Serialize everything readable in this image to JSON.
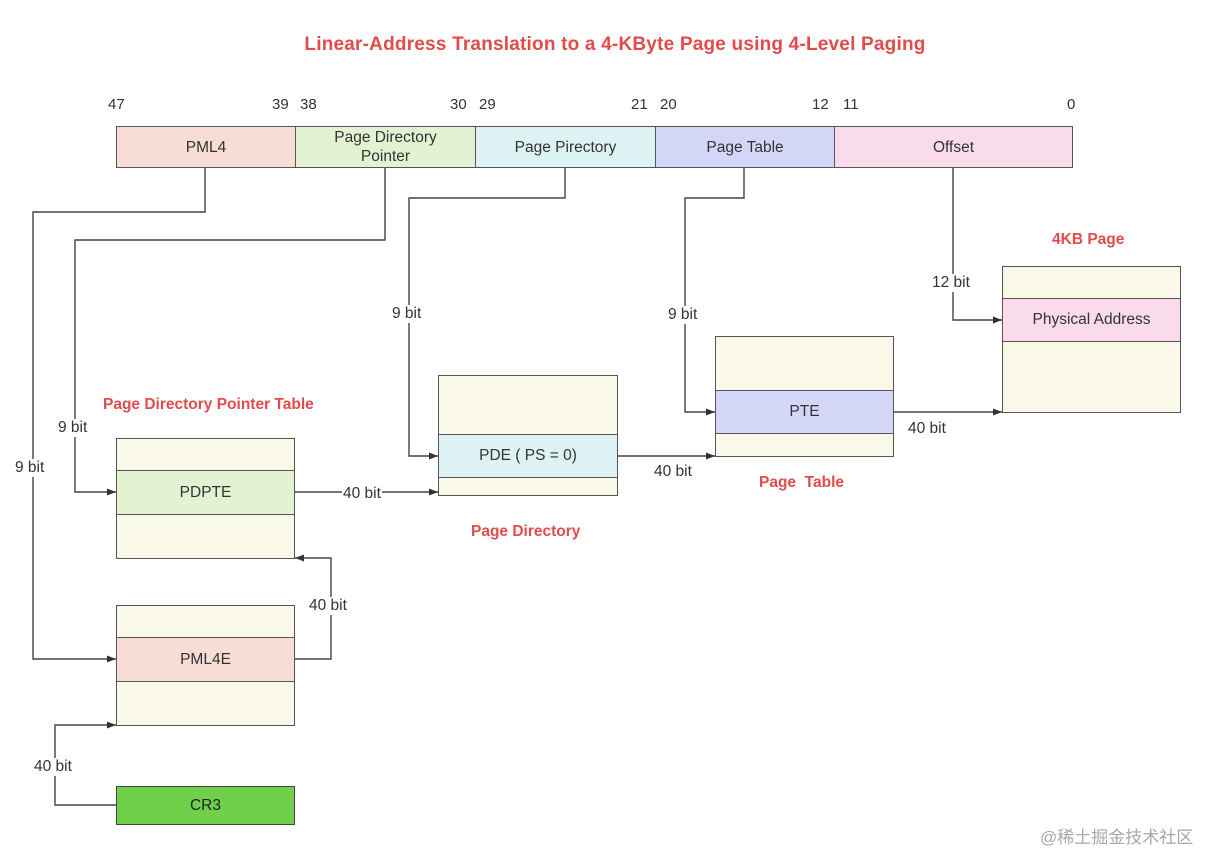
{
  "title": "Linear-Address Translation to a 4-KByte Page using 4-Level Paging",
  "colors": {
    "title_red": "#e34b4b",
    "pml4": "#f8dcd6",
    "pdpt": "#e3f3d2",
    "pd": "#dcf2f3",
    "pt": "#d4d6f7",
    "offset": "#f9dbec",
    "table_bg": "#faf8e8",
    "cr3": "#6fd14a"
  },
  "bit_numbers": [
    "47",
    "39",
    "38",
    "30",
    "29",
    "21",
    "20",
    "12",
    "11",
    "0"
  ],
  "fields": {
    "pml4": "PML4",
    "pdp_line1": "Page Directory",
    "pdp_line2": "Pointer",
    "pd": "Page Pirectory",
    "pt": "Page Table",
    "offset": "Offset"
  },
  "tables": {
    "pml4_entry": "PML4E",
    "pdpt_caption": "Page Directory Pointer Table",
    "pdpt_entry": "PDPTE",
    "pd_caption": "Page Directory",
    "pd_entry": "PDE ( PS = 0)",
    "pt_caption": "Page  Table",
    "pt_entry": "PTE",
    "page_caption": "4KB Page",
    "page_entry": "Physical Address"
  },
  "cr3": "CR3",
  "bit_labels": {
    "pml4_index": "9 bit",
    "pdpt_index": "9 bit",
    "pd_index": "9 bit",
    "pt_index": "9 bit",
    "offset_bits": "12 bit",
    "cr3_addr": "40 bit",
    "pml4e_addr": "40 bit",
    "pdpte_addr": "40 bit",
    "pde_addr": "40 bit",
    "pte_addr": "40 bit"
  },
  "watermark": "@稀土掘金技术社区"
}
